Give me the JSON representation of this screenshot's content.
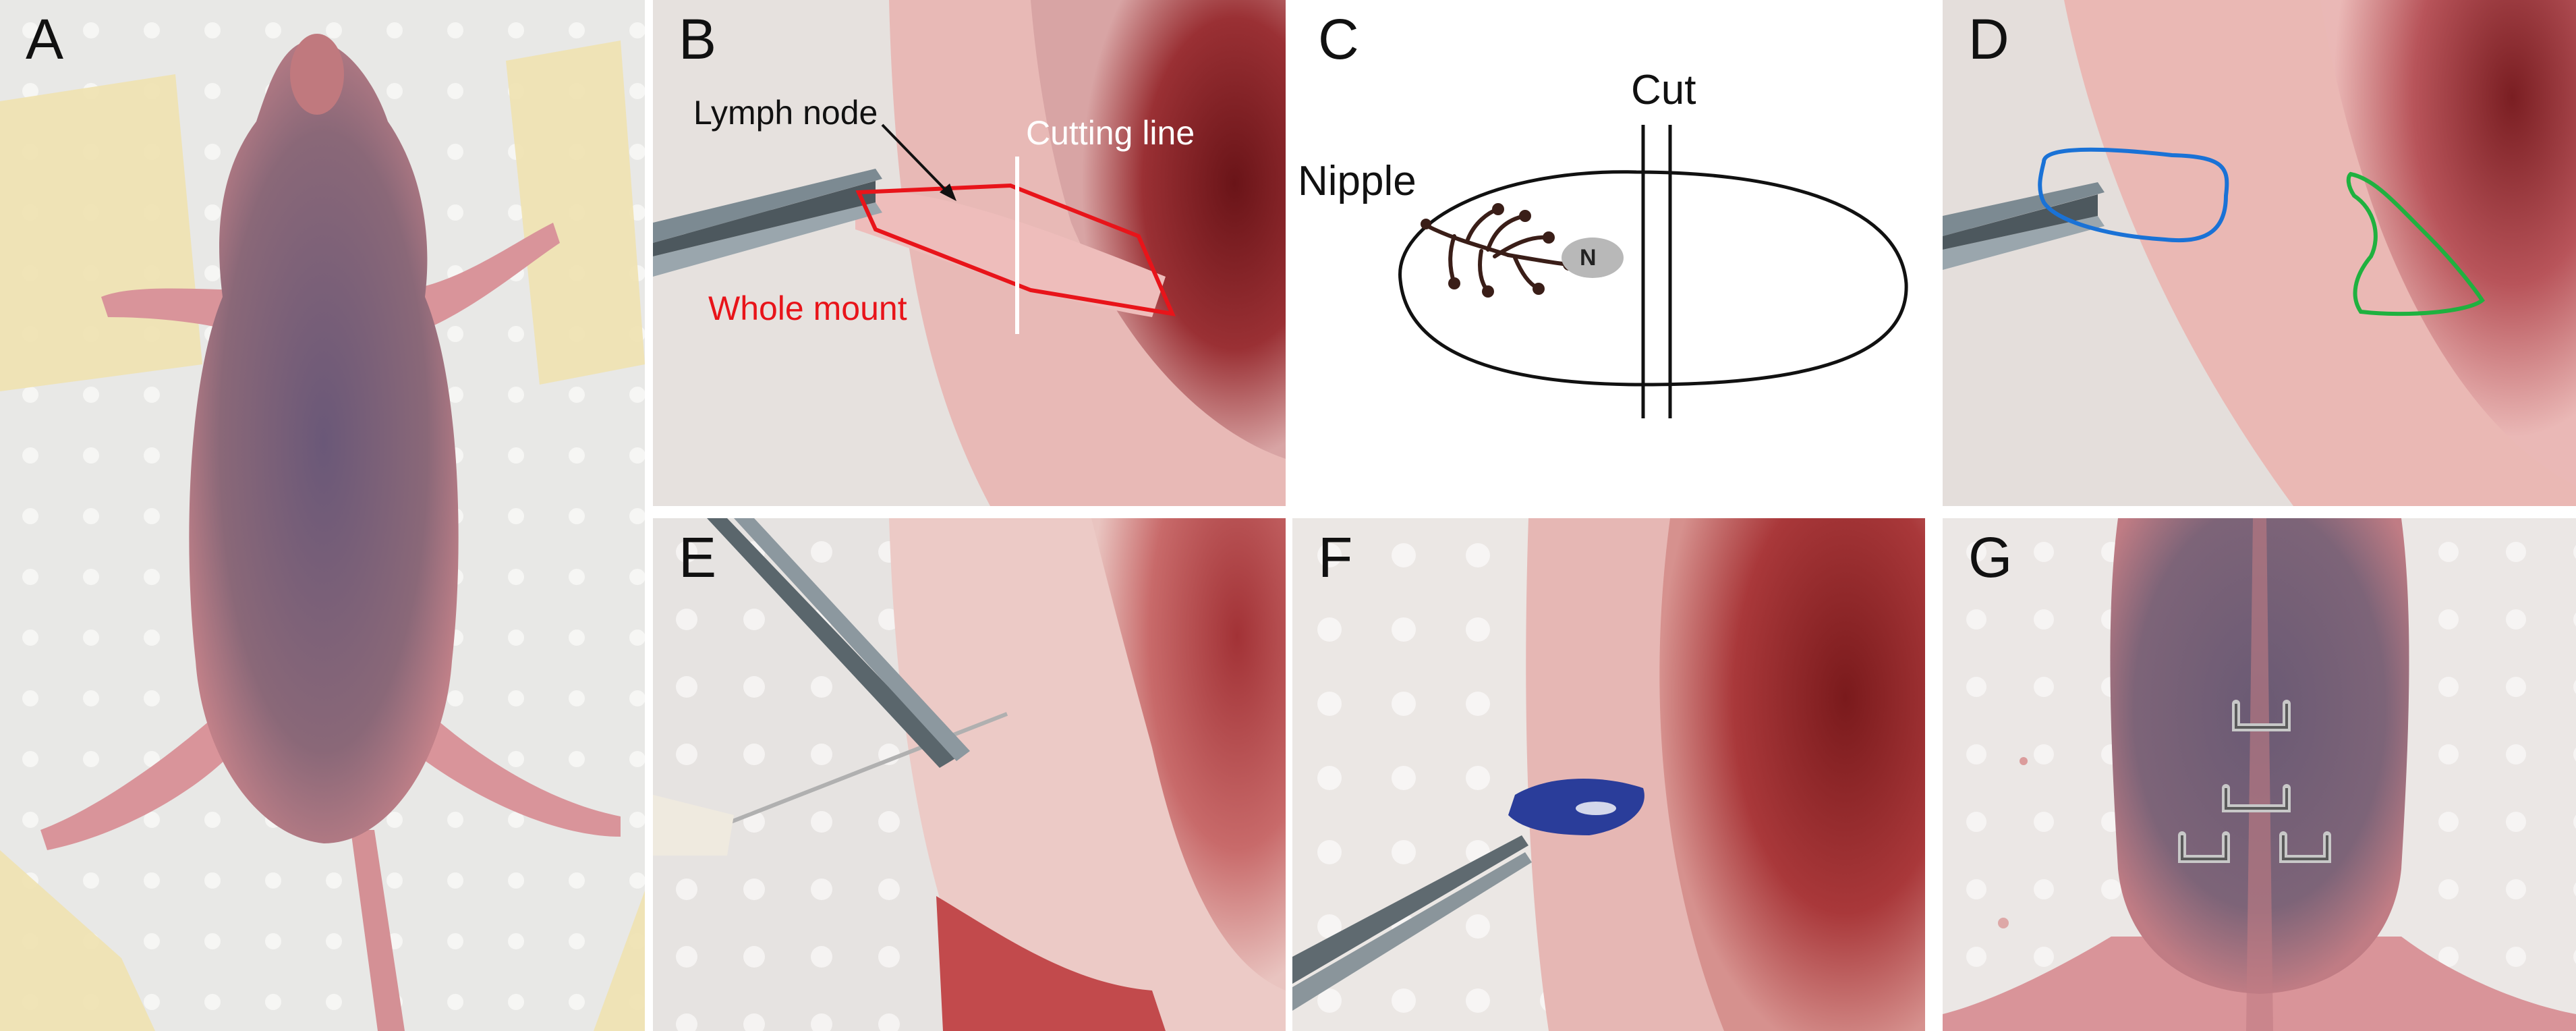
{
  "panels": {
    "a": {
      "letter": "A"
    },
    "b": {
      "letter": "B",
      "lymph_node": "Lymph node",
      "cutting_line": "Cutting line",
      "whole_mount": "Whole mount"
    },
    "c": {
      "letter": "C",
      "cut": "Cut",
      "nipple": "Nipple",
      "node_marker": "N"
    },
    "d": {
      "letter": "D"
    },
    "e": {
      "letter": "E"
    },
    "f": {
      "letter": "F"
    },
    "g": {
      "letter": "G"
    }
  },
  "colors": {
    "whole_mount_outline": "#e8141a",
    "cutting_line": "#ffffff",
    "blue_region": "#1a72d6",
    "green_region": "#1fb13f"
  },
  "icons": {
    "tweezer": "tweezer-icon",
    "needle": "needle-icon",
    "wound_clip": "wound-clip-icon"
  }
}
